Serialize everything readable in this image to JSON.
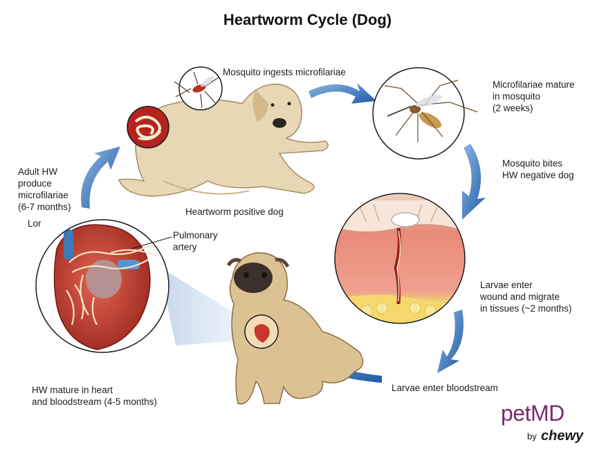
{
  "title": "Heartworm Cycle (Dog)",
  "labels": {
    "mosquito_ingests": "Mosquito ingests microfilariae",
    "microfilariae_mature": "Microfilariae mature\nin mosquito\n(2 weeks)",
    "mosquito_bites": "Mosquito bites\nHW negative dog",
    "larvae_enter_wound": "Larvae enter\nwound and migrate\nin tissues (~2 months)",
    "larvae_bloodstream": "Larvae enter bloodstream",
    "hw_mature": "HW mature in heart\nand bloodstream (4-5 months)",
    "adult_hw": "Adult HW\nproduce\nmicrofilariae\n(6-7 months)",
    "lor": "Lor",
    "pulmonary_artery": "Pulmonary\nartery",
    "positive_dog": "Heartworm positive dog"
  },
  "brand": {
    "name": "petMD",
    "byline_by": "by",
    "byline_chewy": "chewy"
  },
  "colors": {
    "arrow": "#2f6fb7",
    "brand": "#7a2a6b",
    "heart": "#c8372c",
    "dog_positive": "#e6d3ad",
    "dog_negative": "#d9b886"
  }
}
